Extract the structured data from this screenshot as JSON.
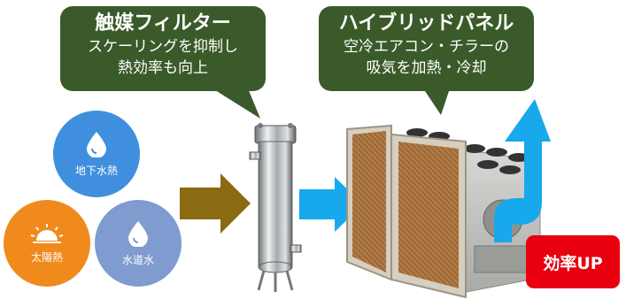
{
  "filter_bubble": {
    "title": "触媒フィルター",
    "line1": "スケーリングを抑制し",
    "line2": "熱効率も向上"
  },
  "panel_bubble": {
    "title": "ハイブリッドパネル",
    "line1": "空冷エアコン・チラーの",
    "line2": "吸気を加熱・冷却"
  },
  "sources": {
    "groundwater": "地下水熱",
    "solar": "太陽熱",
    "tapwater": "水道水"
  },
  "badge": {
    "label": "効率UP"
  },
  "colors": {
    "bubble": "#3a5a2a",
    "groundwater": "#3f8fde",
    "solar": "#f08a1c",
    "tapwater": "#7f9bd0",
    "arrow_brown": "#8a6a12",
    "arrow_blue": "#18a8ec",
    "badge": "#e8000f"
  },
  "icons": [
    "water-drop-icon",
    "sun-icon",
    "arrow-right-icon",
    "arrow-up-icon"
  ]
}
